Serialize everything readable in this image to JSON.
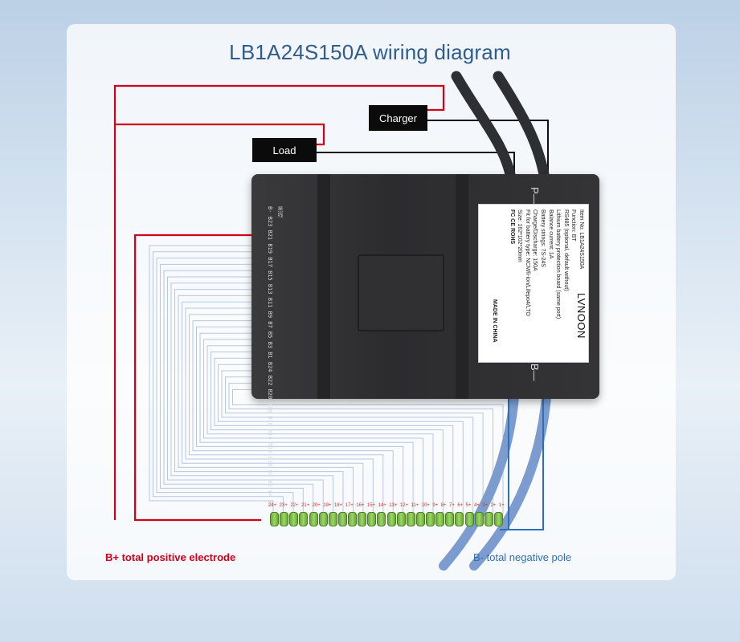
{
  "title": "LB1A24S150A wiring diagram",
  "labels": {
    "load": "Load",
    "charger": "Charger",
    "b_plus": "B+ total positive electrode",
    "b_minus": "B- total negative pole",
    "p_minus_terminal": "P—",
    "b_minus_terminal": "B—"
  },
  "bms_board": {
    "pin_label": "黑线",
    "pins": "B- B23 B21 B19 B17 B15 B13 B11 B9 B7 B5 B3 B1 B24 B22 B20 B18 B16 B14 B12 B10 B8 B6 B4 B2",
    "product_label": {
      "brand": "LVNOON",
      "lines": [
        "Item No. LB1A24S150A",
        "Function: BT",
        "RS485 (optional, default without)",
        "Lithium battery protection board (same port)",
        "Balance current: 1A",
        "Battery strings: 7S-24S",
        "Charge/Discharge: 150A",
        "Fit for battery type: NCM/li-ion/Lifepo4/LTO",
        "Size: 162*102*20mm"
      ],
      "cert": "FC CE ROHS",
      "made_in": "MADE IN CHINA"
    }
  },
  "cells": {
    "numbers": [
      "24+",
      "23+",
      "22+",
      "21+",
      "20+",
      "19+",
      "18+",
      "17+",
      "16+",
      "15+",
      "14+",
      "13+",
      "12+",
      "11+",
      "10+",
      "9+",
      "8+",
      "7+",
      "6+",
      "5+",
      "4+",
      "3+",
      "2+",
      "1+"
    ]
  },
  "colors": {
    "positive_wire": "#d0021b",
    "negative_wire": "#2f6fb5",
    "signal_wire": "#111111",
    "balance_wire": "#b9c7de",
    "title": "#2f5d8e"
  }
}
